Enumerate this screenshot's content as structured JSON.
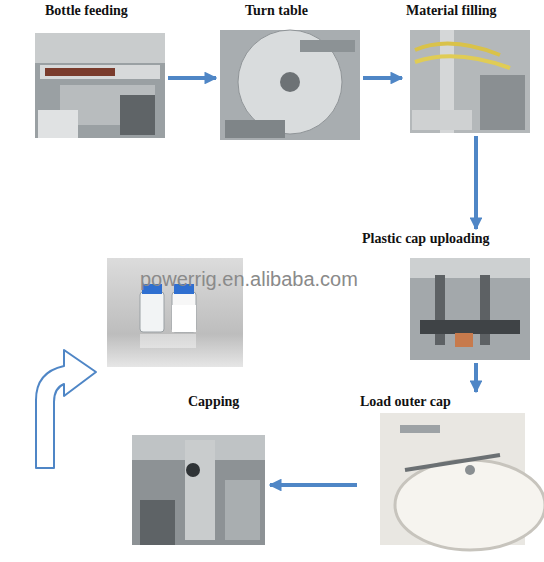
{
  "diagram": {
    "nodes": [
      {
        "text": [
          "Bottle feeding"
        ]
      },
      {
        "text": [
          "Turn table"
        ]
      },
      {
        "text": [
          "Material filling"
        ]
      },
      {
        "text": [
          "Plastic cap uploading"
        ]
      },
      {
        "text": [
          "Load outer cap"
        ]
      },
      {
        "text": [
          "Capping"
        ]
      }
    ],
    "edges": [
      {
        "from": 0,
        "to": 1,
        "arrow": "to"
      },
      {
        "from": 1,
        "to": 2,
        "arrow": "to"
      },
      {
        "from": 2,
        "to": 3,
        "arrow": "to"
      },
      {
        "from": 3,
        "to": 4,
        "arrow": "to"
      },
      {
        "from": 4,
        "to": 5,
        "arrow": "to"
      }
    ],
    "labels": [
      "powerrig.en.alibaba.com"
    ]
  }
}
